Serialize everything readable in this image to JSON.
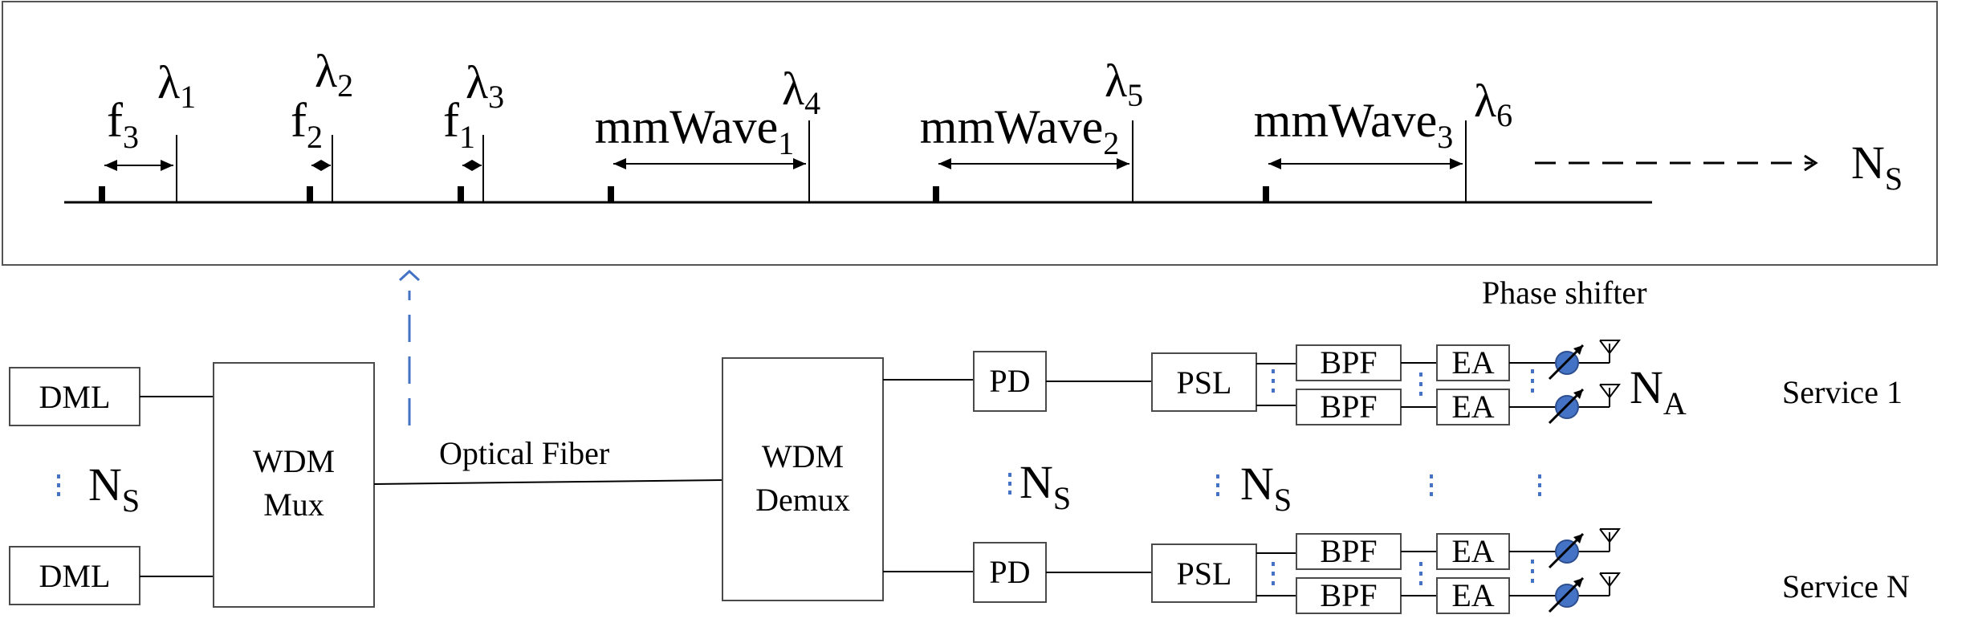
{
  "spectrum": {
    "markers": [
      {
        "freq": "f",
        "freq_sub": "3",
        "lambda_sub": "1"
      },
      {
        "freq": "f",
        "freq_sub": "2",
        "lambda_sub": "2"
      },
      {
        "freq": "f",
        "freq_sub": "1",
        "lambda_sub": "3"
      },
      {
        "freq": "mmWave",
        "freq_sub": "1",
        "lambda_sub": "4"
      },
      {
        "freq": "mmWave",
        "freq_sub": "2",
        "lambda_sub": "5"
      },
      {
        "freq": "mmWave",
        "freq_sub": "3",
        "lambda_sub": "6"
      }
    ],
    "lambda_symbol": "λ",
    "ns_label": "N",
    "ns_sub": "S"
  },
  "transmitter": {
    "dml_top": "DML",
    "dml_bottom": "DML",
    "ns_label": "N",
    "ns_sub": "S",
    "mux_line1": "WDM",
    "mux_line2": "Mux"
  },
  "link": {
    "fiber_label": "Optical Fiber"
  },
  "receiver": {
    "demux_line1": "WDM",
    "demux_line2": "Demux",
    "pd": "PD",
    "psl": "PSL",
    "bpf": "BPF",
    "ea": "EA",
    "ns_label": "N",
    "ns_sub": "S",
    "na_label": "N",
    "na_sub": "A",
    "phase_shifter": "Phase shifter",
    "service_1": "Service 1",
    "service_n": "Service N"
  },
  "colors": {
    "accent": "#4472c4",
    "phase_shifter_fill": "#4472c4"
  }
}
